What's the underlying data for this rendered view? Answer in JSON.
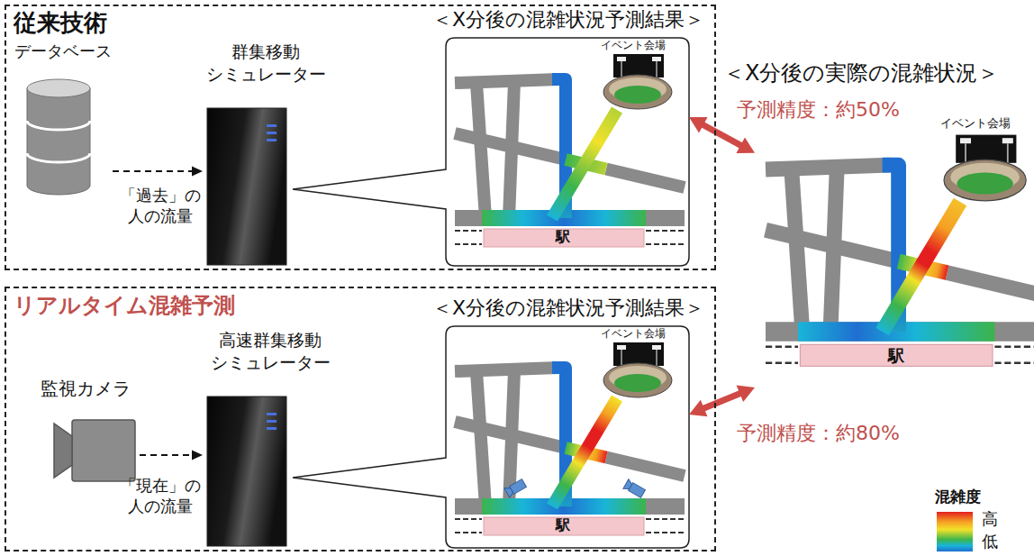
{
  "diagram": {
    "nodes": [
      {
        "text": [
          "従来技術"
        ]
      },
      {
        "text": [
          "データベース"
        ],
        "in": 0
      },
      {
        "text": [
          "群集移動 シミュレーター"
        ],
        "in": 0
      },
      {
        "text": [
          "＜X分後の混雑状況予測結果＞",
          "イベント会場",
          "駅"
        ],
        "in": 0
      },
      {
        "text": [
          "リアルタイム混雑予測"
        ]
      },
      {
        "text": [
          "監視カメラ"
        ],
        "in": 4
      },
      {
        "text": [
          "高速群集移動 シミュレーター"
        ],
        "in": 4
      },
      {
        "text": [
          "＜X分後の混雑状況予測結果＞",
          "イベント会場",
          "駅"
        ],
        "in": 4
      },
      {
        "text": [
          "＜X分後の実際の混雑状況＞",
          "イベント会場",
          "駅"
        ]
      }
    ],
    "edges": [
      {
        "from": 1,
        "to": 2,
        "arrow": "to",
        "label": "「過去」の 人の流量"
      },
      {
        "from": 5,
        "to": 6,
        "arrow": "to",
        "label": "「現在」の 人の流量"
      },
      {
        "from": 3,
        "to": 8,
        "arrow": "both",
        "label": "予測精度：約50%"
      },
      {
        "from": 7,
        "to": 8,
        "arrow": "both",
        "label": "予測精度：約80%"
      }
    ],
    "labels": [
      "混雑度"
    ],
    "legend": [
      {
        "text": "高"
      },
      {
        "text": "低"
      }
    ]
  }
}
